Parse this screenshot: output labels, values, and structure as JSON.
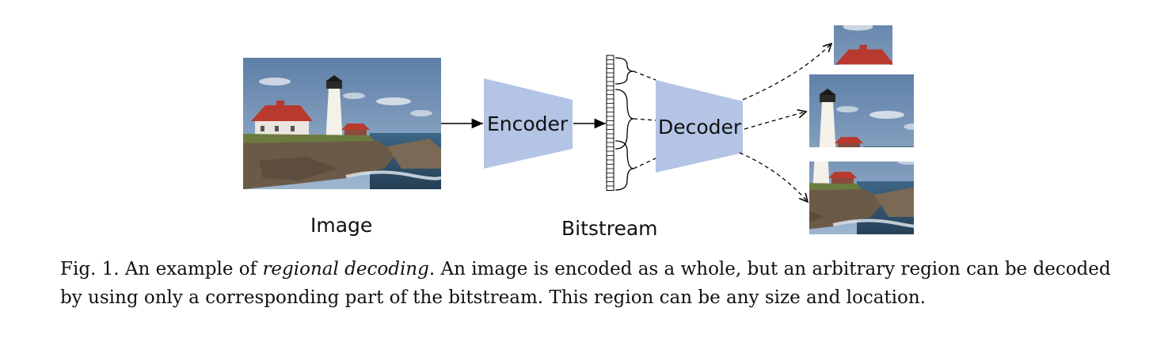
{
  "labels": {
    "image": "Image",
    "encoder": "Encoder",
    "bitstream": "Bitstream",
    "decoder": "Decoder"
  },
  "caption": {
    "prefix": "Fig. 1.  An example of ",
    "emphasis": "regional decoding",
    "rest": ". An image is encoded as a whole, but an arbitrary region can be decoded by using only a corresponding part of the bitstream. This region can be any size and location."
  },
  "colors": {
    "block_fill": "#b3c4e5",
    "sky": "#6f8fb5",
    "rock": "#6b5a48",
    "sea": "#2d4f6a",
    "roof": "#b83a2e"
  }
}
